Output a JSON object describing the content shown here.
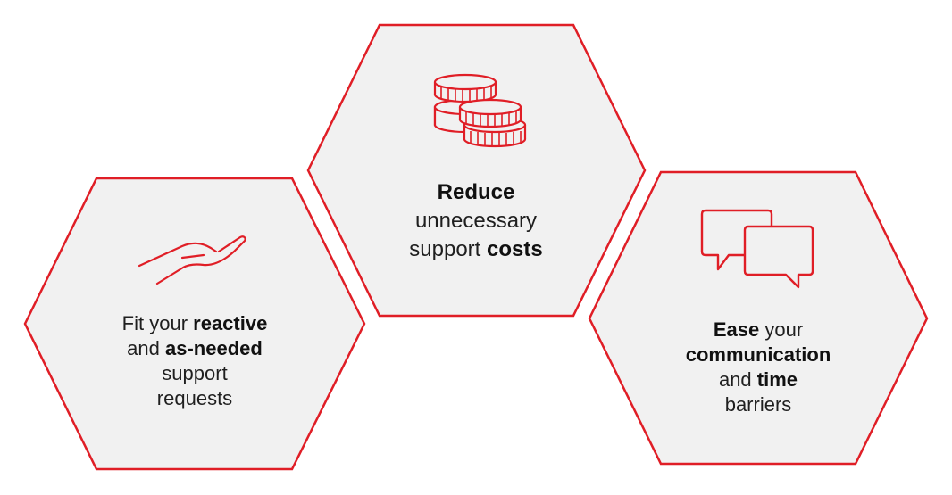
{
  "colors": {
    "accent": "#e01e26",
    "hex_fill": "#f1f1f1",
    "text": "#1f1f1f"
  },
  "hex_left": {
    "icon": "hand-icon",
    "line1_a": "Fit your ",
    "line1_b": "reactive",
    "line2_a": "and ",
    "line2_b": "as-needed",
    "line3": "support",
    "line4": "requests"
  },
  "hex_center": {
    "icon": "coins-icon",
    "line1": "Reduce",
    "line2": "unnecessary",
    "line3_a": "support ",
    "line3_b": "costs"
  },
  "hex_right": {
    "icon": "chat-bubbles-icon",
    "line1_a": "Ease",
    "line1_b": " your",
    "line2": "communication",
    "line3_a": "and ",
    "line3_b": "time",
    "line4": "barriers"
  }
}
